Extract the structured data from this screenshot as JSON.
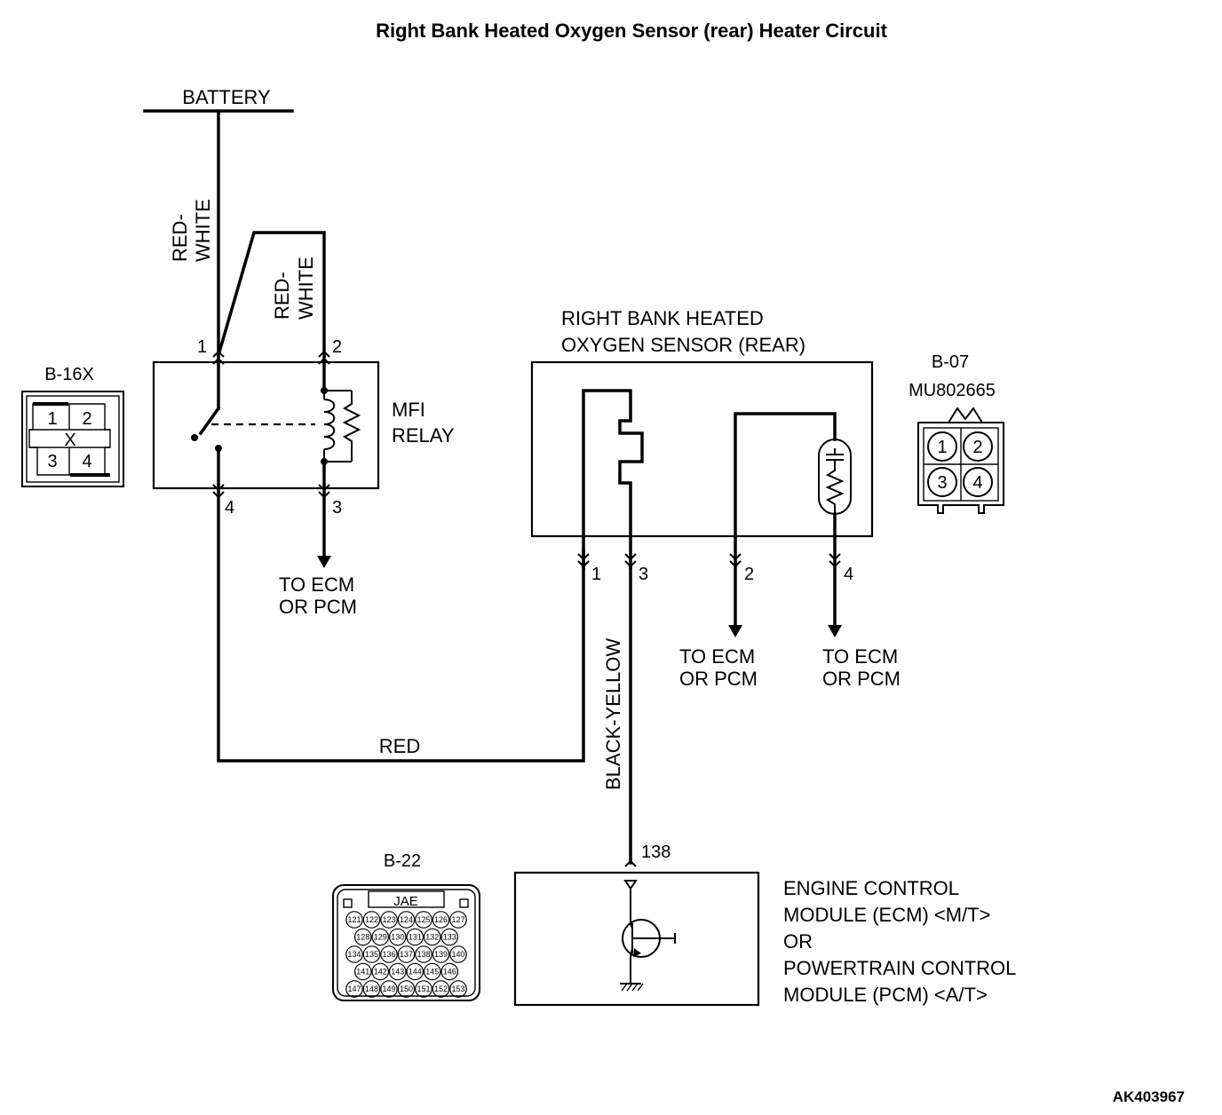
{
  "title": "Right Bank Heated Oxygen Sensor (rear) Heater Circuit",
  "figure_code": "AK403967",
  "battery": "BATTERY",
  "wires": {
    "battery_feed": [
      "RED-",
      "WHITE"
    ],
    "relay_feed": [
      "RED-",
      "WHITE"
    ],
    "red": "RED",
    "black_yellow": "BLACK-YELLOW"
  },
  "relay": {
    "name_line1": "MFI",
    "name_line2": "RELAY",
    "connector": "B-16X",
    "pins": [
      "1",
      "2",
      "3",
      "4"
    ],
    "connector_pins": [
      "1",
      "2",
      "3",
      "4"
    ],
    "connector_mark": "X"
  },
  "relay_output": [
    "TO ECM",
    "OR PCM"
  ],
  "sensor": {
    "name_line1": "RIGHT BANK HEATED",
    "name_line2": "OXYGEN SENSOR (REAR)",
    "connector": "B-07",
    "part_number": "MU802665",
    "pins": [
      "1",
      "3",
      "2",
      "4"
    ],
    "connector_pins": [
      "1",
      "2",
      "3",
      "4"
    ]
  },
  "sensor_output_2": [
    "TO ECM",
    "OR PCM"
  ],
  "sensor_output_4": [
    "TO ECM",
    "OR PCM"
  ],
  "ecm": {
    "pin": "138",
    "name_lines": [
      "ENGINE CONTROL",
      "MODULE (ECM) <M/T>",
      "OR",
      "POWERTRAIN CONTROL",
      "MODULE (PCM) <A/T>"
    ],
    "connector": "B-22",
    "connector_brand": "JAE",
    "connector_rows": [
      [
        "121",
        "122",
        "123",
        "124",
        "125",
        "126",
        "127"
      ],
      [
        "128",
        "129",
        "130",
        "131",
        "132",
        "133"
      ],
      [
        "134",
        "135",
        "136",
        "137",
        "138",
        "139",
        "140"
      ],
      [
        "141",
        "142",
        "143",
        "144",
        "145",
        "146"
      ],
      [
        "147",
        "148",
        "149",
        "150",
        "151",
        "152",
        "153"
      ]
    ]
  }
}
